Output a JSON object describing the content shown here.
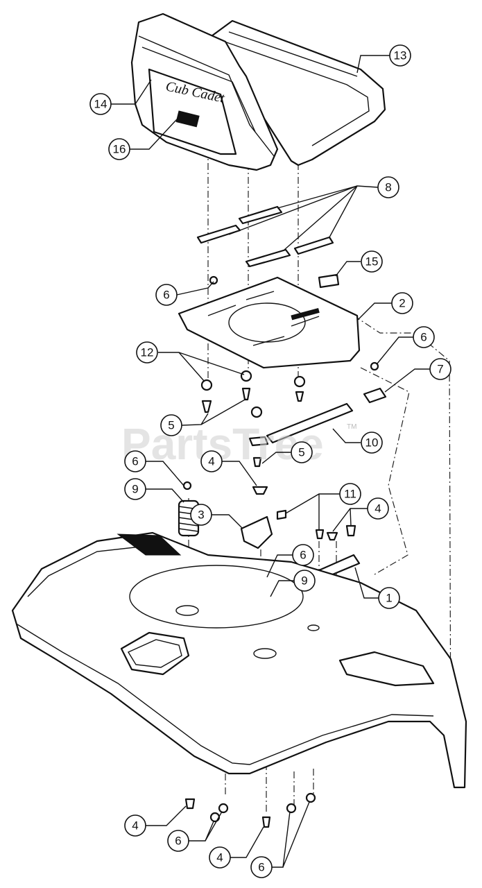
{
  "watermark": {
    "text": "PartsTree",
    "tm": "TM"
  },
  "brand_logo_text": "Cub Cadet",
  "callouts": [
    {
      "label": "13"
    },
    {
      "label": "14"
    },
    {
      "label": "16"
    },
    {
      "label": "8"
    },
    {
      "label": "15"
    },
    {
      "label": "6"
    },
    {
      "label": "2"
    },
    {
      "label": "6"
    },
    {
      "label": "12"
    },
    {
      "label": "7"
    },
    {
      "label": "5"
    },
    {
      "label": "5"
    },
    {
      "label": "10"
    },
    {
      "label": "6"
    },
    {
      "label": "4"
    },
    {
      "label": "11"
    },
    {
      "label": "9"
    },
    {
      "label": "3"
    },
    {
      "label": "4"
    },
    {
      "label": "6"
    },
    {
      "label": "9"
    },
    {
      "label": "1"
    },
    {
      "label": "4"
    },
    {
      "label": "6"
    },
    {
      "label": "4"
    },
    {
      "label": "6"
    }
  ]
}
